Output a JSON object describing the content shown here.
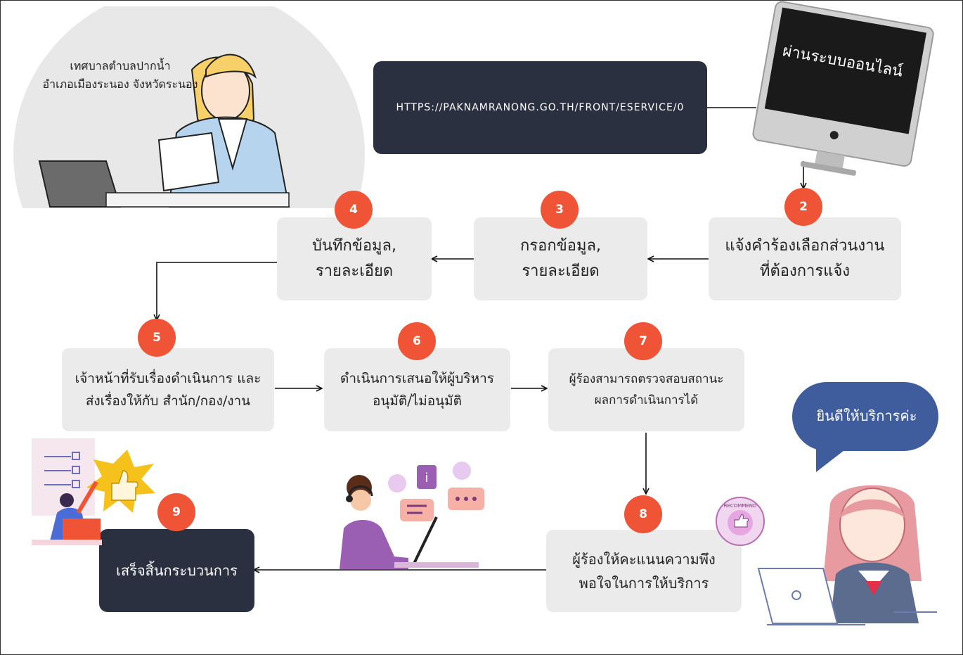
{
  "colors": {
    "badge": "#ef5436",
    "dark_box": "#2b3040",
    "light_box": "#ebebeb",
    "bubble": "#3f5d9c"
  },
  "header": {
    "org_line1": "เทศบาลตำบลปากน้ำ",
    "org_line2": "อำเภอเมืองระนอง จังหวัดระนอง"
  },
  "url_box": {
    "text": "HTTPS://PAKNAMRANONG.GO.TH/FRONT/ESERVICE/0"
  },
  "monitor": {
    "screen_text": "ผ่านระบบออนไลน์"
  },
  "steps": [
    {
      "num": "2",
      "line1": "แจ้งคำร้องเลือกส่วนงาน",
      "line2": "ที่ต้องการแจ้ง"
    },
    {
      "num": "3",
      "line1": "กรอกข้อมูล,",
      "line2": "รายละเอียด"
    },
    {
      "num": "4",
      "line1": "บันทึกข้อมูล,",
      "line2": "รายละเอียด"
    },
    {
      "num": "5",
      "line1": "เจ้าหน้าที่รับเรื่องดำเนินการ และ",
      "line2": "ส่งเรื่องให้กับ สำนัก/กอง/งาน"
    },
    {
      "num": "6",
      "line1": "ดำเนินการเสนอให้ผู้บริหาร",
      "line2": "อนุมัติ/ไม่อนุมัติ"
    },
    {
      "num": "7",
      "line1": "ผู้ร้องสามารถตรวจสอบสถานะ",
      "line2": "ผลการดำเนินการได้"
    },
    {
      "num": "8",
      "line1": "ผู้ร้องให้คะแนนความพึง",
      "line2": "พอใจในการให้บริการ"
    },
    {
      "num": "9",
      "line1": "เสร็จสิ้นกระบวนการ"
    }
  ],
  "speech_bubble": {
    "text": "ยินดีให้บริการค่ะ"
  },
  "recommend_badge": {
    "text": "RECOMMEND"
  }
}
